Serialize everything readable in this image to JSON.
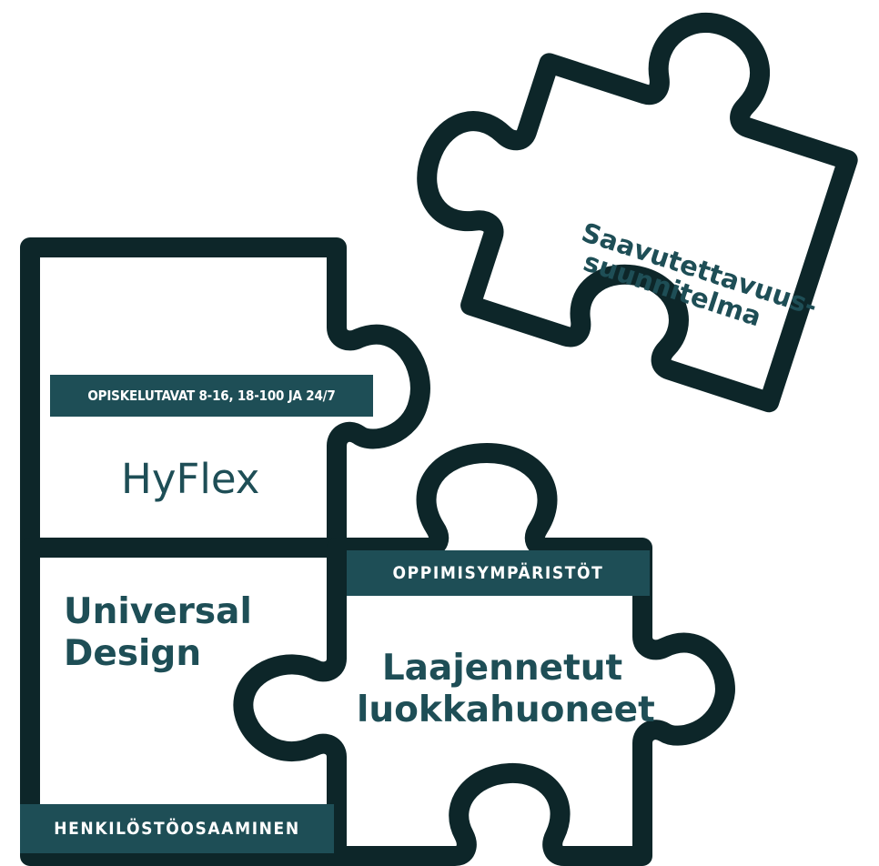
{
  "pieces": {
    "hyflex": {
      "tag": "OPISKELUTAVAT 8-16, 18-100 JA 24/7",
      "title": "HyFlex"
    },
    "universal_design": {
      "line1": "Universal",
      "line2": "Design",
      "tag": "HENKILÖSTÖOSAAMINEN"
    },
    "laajennetut": {
      "tag": "OPPIMISYMPÄRISTÖT",
      "line1": "Laajennetut",
      "line2": "luokkahuoneet"
    },
    "saavutettavuus": {
      "line1": "Saavutettavuus-",
      "line2": "suunnitelma"
    }
  },
  "colors": {
    "outline": "#0d2629",
    "label_bg": "#1e4e56",
    "label_text": "#ffffff",
    "heading_text": "#1e4e56"
  }
}
